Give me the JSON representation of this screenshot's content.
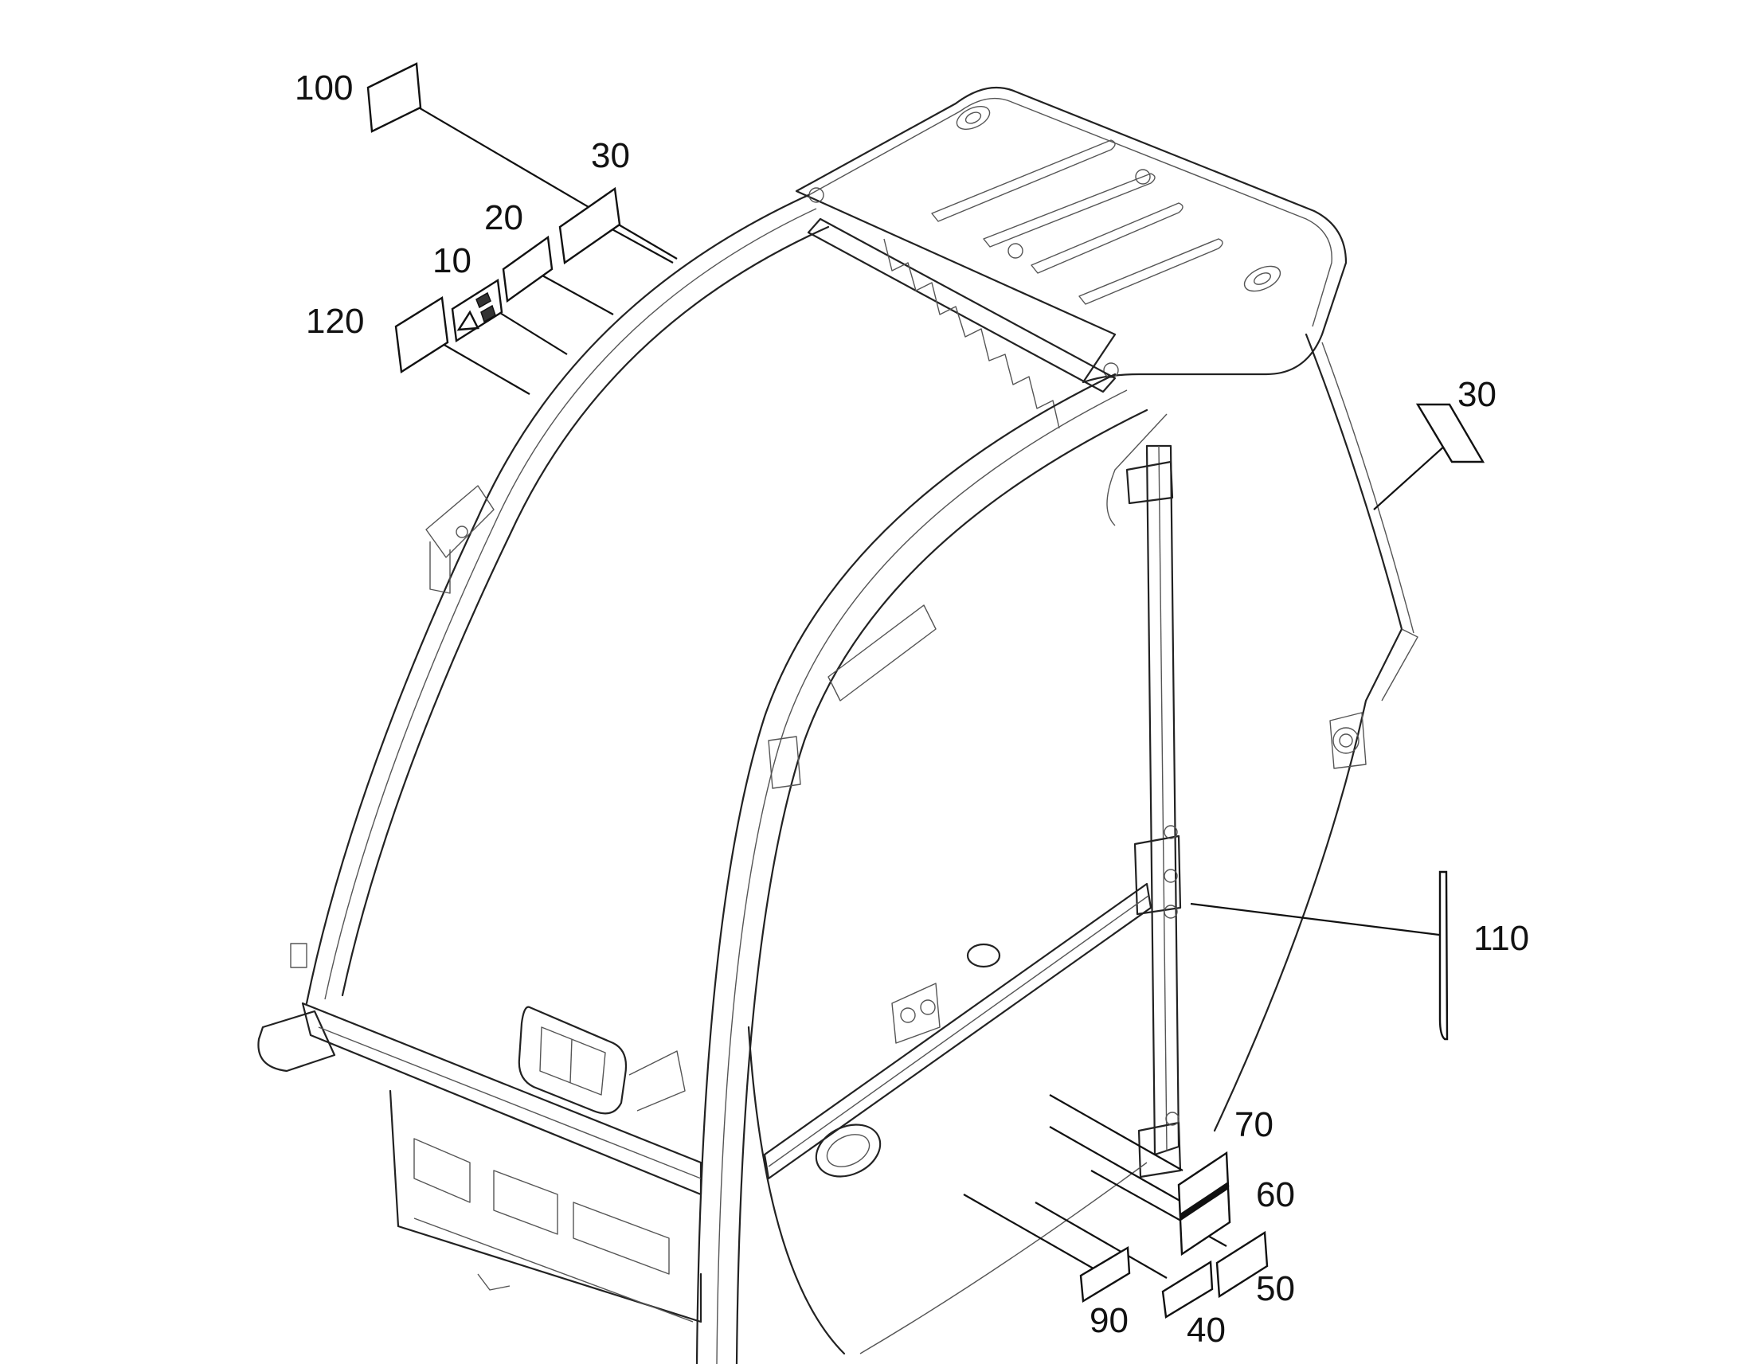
{
  "callouts": [
    {
      "id": "100",
      "label": "100"
    },
    {
      "id": "30a",
      "label": "30"
    },
    {
      "id": "20",
      "label": "20"
    },
    {
      "id": "10",
      "label": "10"
    },
    {
      "id": "120",
      "label": "120"
    },
    {
      "id": "30b",
      "label": "30"
    },
    {
      "id": "110",
      "label": "110"
    },
    {
      "id": "70",
      "label": "70"
    },
    {
      "id": "60",
      "label": "60"
    },
    {
      "id": "50",
      "label": "50"
    },
    {
      "id": "90",
      "label": "90"
    },
    {
      "id": "40",
      "label": "40"
    }
  ]
}
